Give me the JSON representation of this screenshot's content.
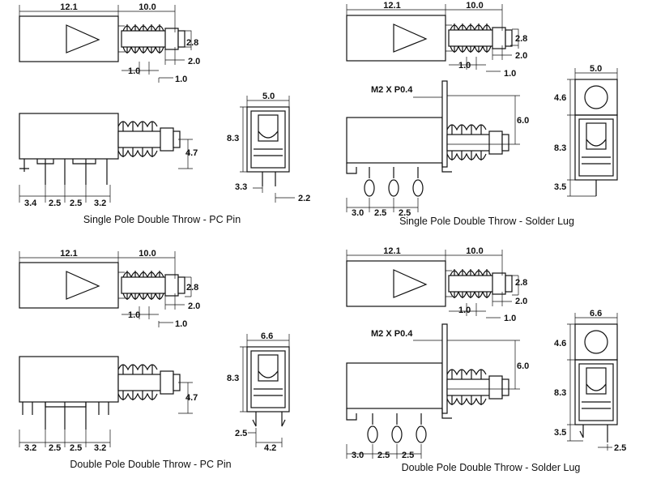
{
  "colors": {
    "ink": "#111111",
    "background": "#ffffff"
  },
  "panels": [
    {
      "caption": "Single Pole Double Throw - PC Pin",
      "top_view": {
        "body_length": "12.1",
        "stroke_length": "10.0",
        "button_height": "2.8",
        "button_width": "2.0",
        "pitch_a": "1.0",
        "pitch_b": "1.0"
      },
      "side_view": {
        "height": "4.7",
        "pin_spacing": [
          "3.4",
          "2.5",
          "2.5",
          "3.2"
        ]
      },
      "end_view": {
        "width": "5.0",
        "height": "8.3",
        "pin_offset": "3.3",
        "pin_spacing": "2.2"
      }
    },
    {
      "caption": "Single Pole Double Throw - Solder Lug",
      "top_view": {
        "body_length": "12.1",
        "stroke_length": "10.0",
        "button_height": "2.8",
        "button_width": "2.0",
        "pitch_a": "1.0",
        "pitch_b": "1.0"
      },
      "side_view": {
        "thread": "M2 X P0.4",
        "height": "6.0",
        "lug_spacing": [
          "3.0",
          "2.5",
          "2.5"
        ]
      },
      "end_view": {
        "width": "5.0",
        "hole_height": "4.6",
        "height": "8.3",
        "lug_length": "3.5"
      }
    },
    {
      "caption": "Double Pole Double Throw - PC Pin",
      "top_view": {
        "body_length": "12.1",
        "stroke_length": "10.0",
        "button_height": "2.8",
        "button_width": "2.0",
        "pitch_a": "1.0",
        "pitch_b": "1.0"
      },
      "side_view": {
        "height": "4.7",
        "pin_spacing": [
          "3.2",
          "2.5",
          "2.5",
          "3.2"
        ]
      },
      "end_view": {
        "width": "6.6",
        "height": "8.3",
        "pin_offset": "2.5",
        "pin_spacing": "4.2"
      }
    },
    {
      "caption": "Double Pole Double Throw - Solder Lug",
      "top_view": {
        "body_length": "12.1",
        "stroke_length": "10.0",
        "button_height": "2.8",
        "button_width": "2.0",
        "pitch_a": "1.0",
        "pitch_b": "1.0"
      },
      "side_view": {
        "thread": "M2 X P0.4",
        "height": "6.0",
        "lug_spacing": [
          "3.0",
          "2.5",
          "2.5"
        ]
      },
      "end_view": {
        "width": "6.6",
        "hole_height": "4.6",
        "height": "8.3",
        "lug_length": "3.5",
        "pin_spacing": "2.5"
      }
    }
  ]
}
